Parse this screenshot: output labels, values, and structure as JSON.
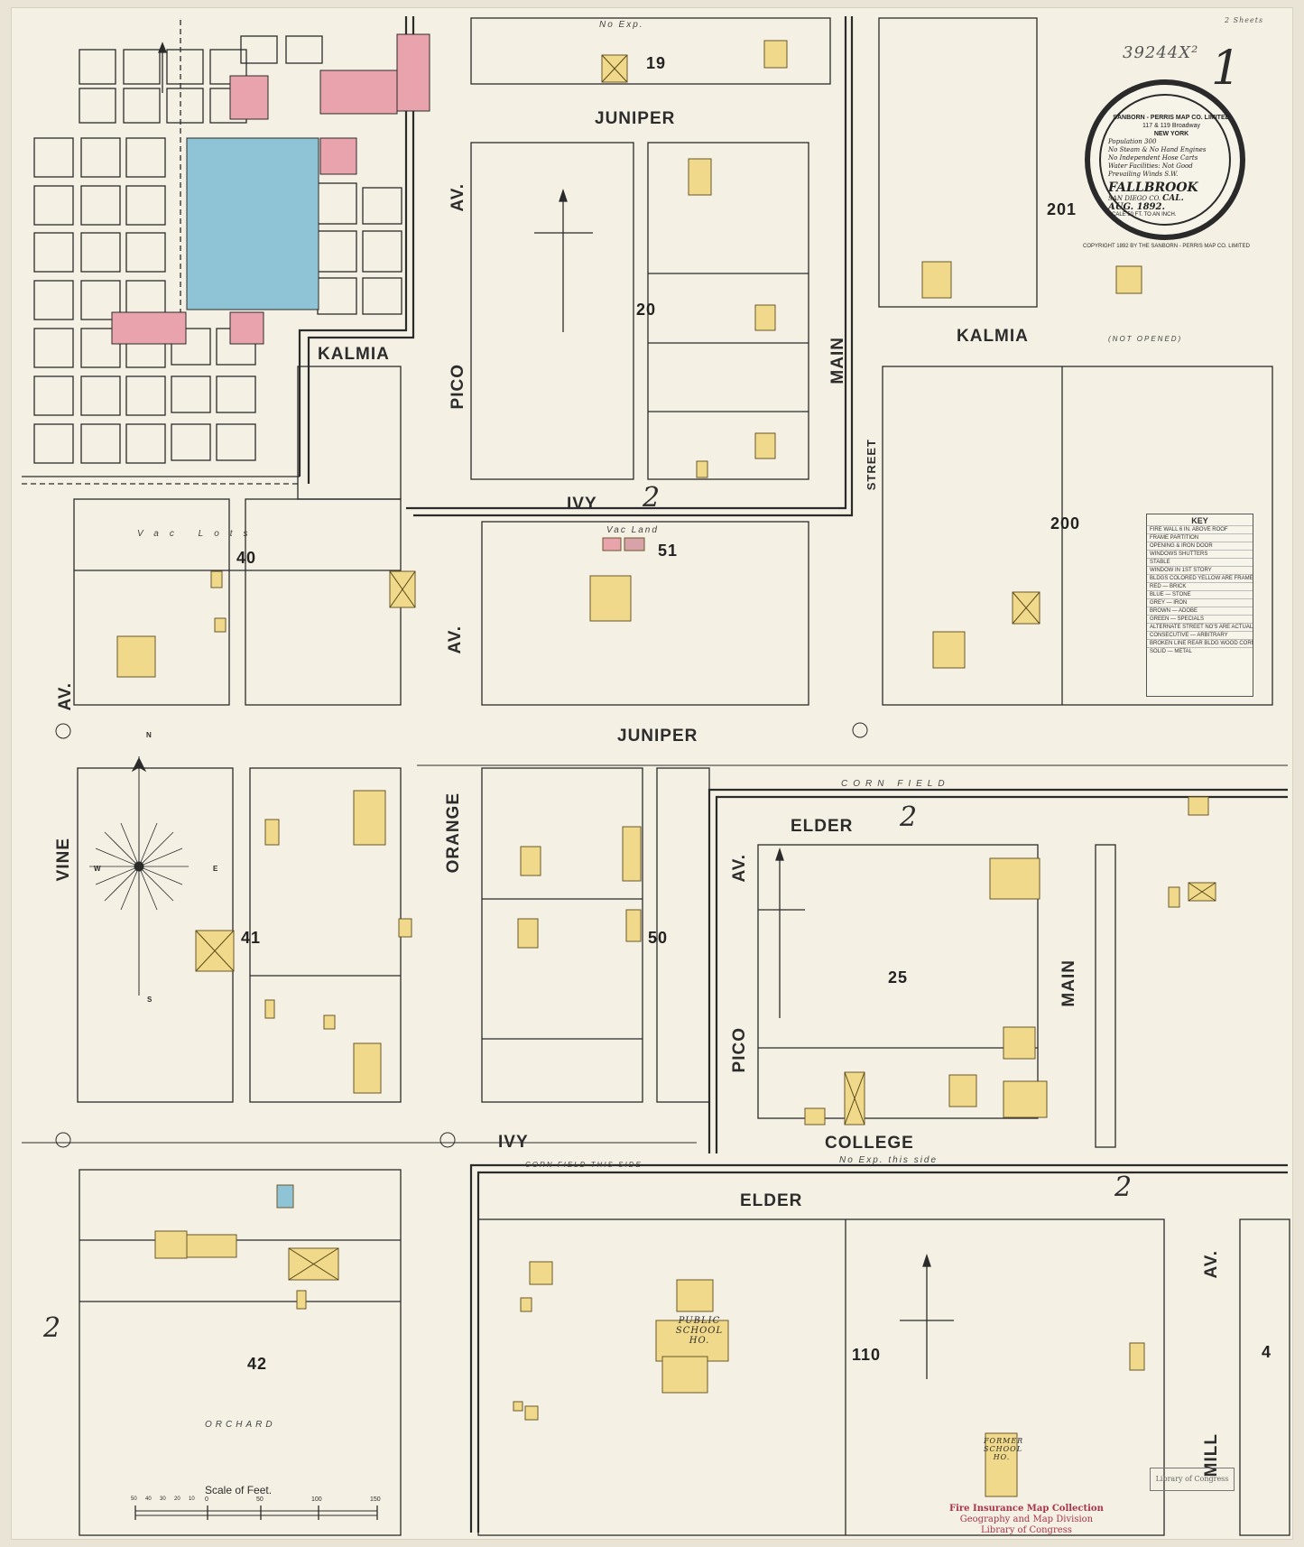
{
  "sheet_number": "1",
  "accession": "39244X²",
  "sheet_count_note": "2 Sheets",
  "title_seal": {
    "publisher": "SANBORN - PERRIS MAP CO. LIMITED",
    "address": "117 & 119 Broadway",
    "city": "NEW YORK",
    "population": "Population 300",
    "engines": "No Steam & No Hand Engines",
    "hose": "No Independent Hose Carts",
    "water": "Water Facilities: Not Good",
    "winds": "Prevailing Winds S.W.",
    "town": "FALLBROOK",
    "county": "SAN DIEGO CO.",
    "state": "CAL.",
    "date": "AUG. 1892.",
    "scale": "SCALE 50 FT. TO AN INCH.",
    "copyright": "COPYRIGHT 1892 BY THE SANBORN - PERRIS MAP CO. LIMITED"
  },
  "streets": {
    "kalmia_1": "KALMIA",
    "kalmia_2": "KALMIA",
    "juniper_1": "JUNIPER",
    "juniper_2": "JUNIPER",
    "ivy_1": "IVY",
    "ivy_2": "IVY",
    "elder_1": "ELDER",
    "elder_2": "ELDER",
    "college": "COLLEGE",
    "pico_1": "PICO",
    "pico_2": "PICO",
    "av_pico_1": "AV.",
    "av_pico_2": "AV.",
    "av_left": "AV.",
    "av_mid": "AV.",
    "av_mill": "AV.",
    "main_1": "MAIN",
    "main_2": "MAIN",
    "vine": "VINE",
    "orange": "ORANGE",
    "mill": "MILL",
    "street_no_name": "STREET"
  },
  "blocks": [
    "19",
    "20",
    "40",
    "51",
    "201",
    "200",
    "41",
    "50",
    "25",
    "42",
    "110",
    "4"
  ],
  "sheet_refs": [
    "2",
    "2",
    "2",
    "2"
  ],
  "annotations": {
    "no_exp": "No Exp.",
    "no_exp_this_side": "No Exp. this side",
    "vac_lots": "Vac Lots",
    "vac_land": "Vac Land",
    "corn_field": "CORN FIELD",
    "corn_field_this_side": "CORN FIELD THIS SIDE",
    "orchard": "ORCHARD",
    "not_opened": "(NOT OPENED)",
    "public_school": "PUBLIC SCHOOL HO.",
    "former_school": "FORMER SCHOOL HO."
  },
  "key": {
    "title": "KEY",
    "rows": [
      "FIRE WALL 6 IN. ABOVE ROOF",
      "FRAME PARTITION",
      "OPENING & IRON DOOR",
      "WINDOWS SHUTTERS",
      "STABLE",
      "WINDOW IN 1ST STORY",
      "BLDGS COLORED YELLOW ARE FRAME",
      "RED — BRICK",
      "BLUE — STONE",
      "GREY — IRON",
      "BROWN — ADOBE",
      "GREEN — SPECIALS",
      "ALTERNATE STREET NO'S ARE ACTUAL",
      "CONSECUTIVE — ARBITRARY",
      "BROKEN LINE REAR BLDG WOOD CORNICE",
      "SOLID — METAL"
    ]
  },
  "scale_bar": {
    "label": "Scale of Feet.",
    "ticks": [
      "50",
      "40",
      "30",
      "20",
      "10",
      "0",
      "50",
      "100",
      "150"
    ]
  },
  "compass": {
    "n": "N",
    "s": "S",
    "e": "E",
    "w": "W"
  },
  "stamps": {
    "collection": "Fire Insurance Map Collection",
    "division": "Geography and Map Division",
    "library": "Library of Congress",
    "box": "Library of Congress"
  },
  "colors": {
    "paper": "#f4f0e3",
    "frame": "#f0d98a",
    "brick": "#e8a3ad",
    "stone": "#8fc3d6",
    "line": "#2b2b2b"
  }
}
